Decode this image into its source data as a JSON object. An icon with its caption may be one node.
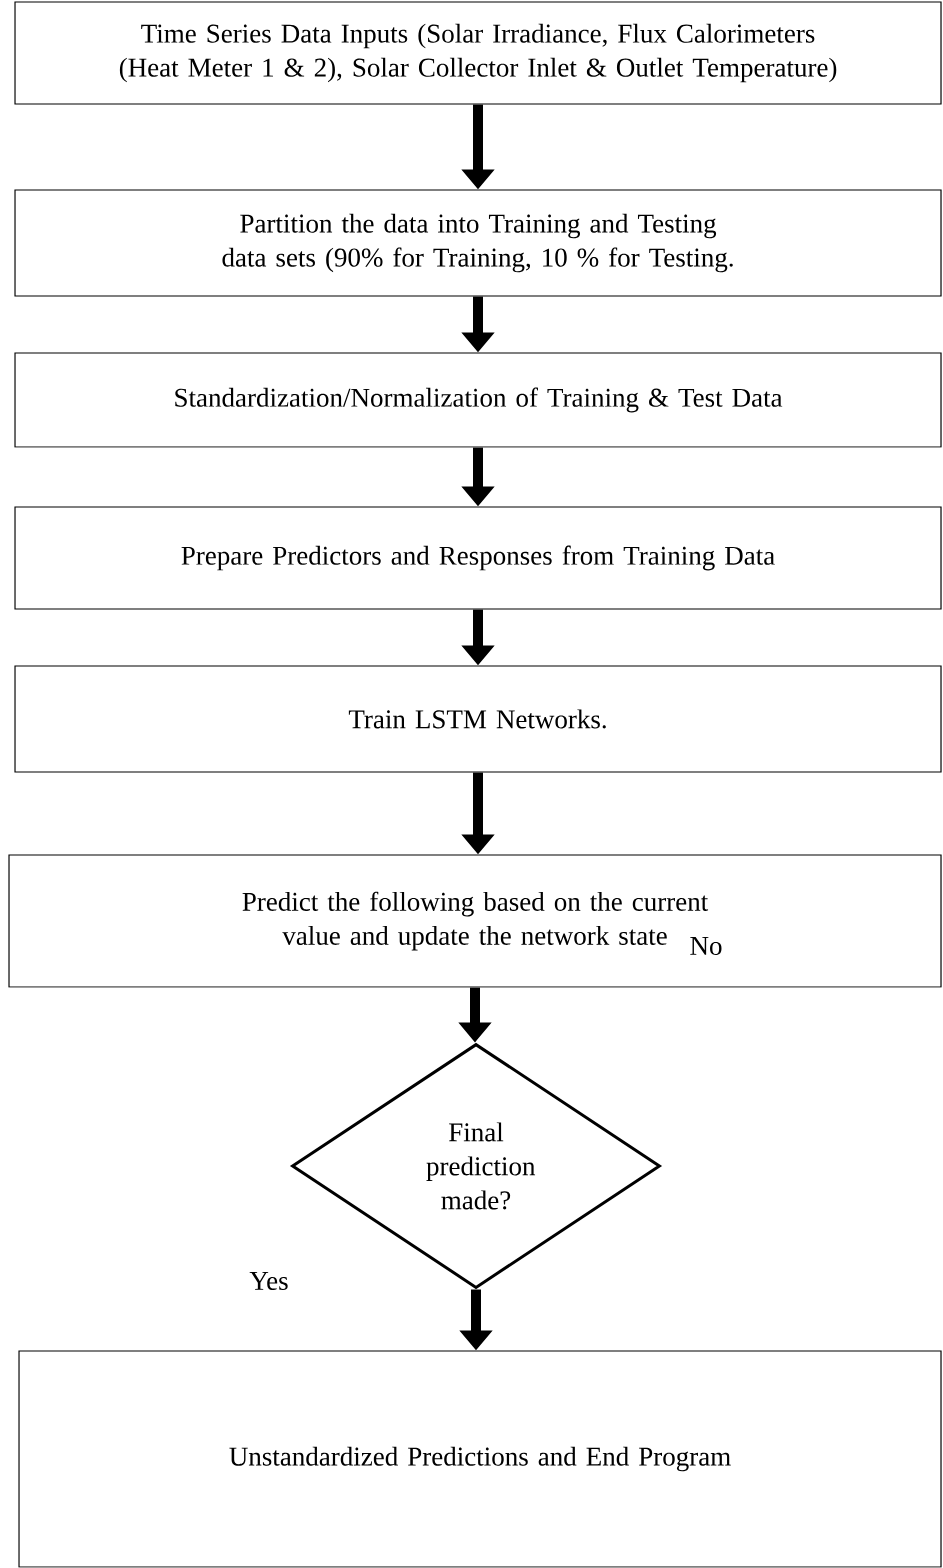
{
  "diagram": {
    "nodes": [
      {
        "text": [
          "Time Series Data Inputs (Solar Irradiance, Flux Calorimeters (Heat Meter 1 & 2), Solar Collector Inlet & Outlet Temperature)"
        ]
      },
      {
        "text": [
          "Partition the data into Training and Testing data sets (90% for Training, 10 % for Testing."
        ]
      },
      {
        "text": [
          "Standardization/Normalization of Training & Test Data"
        ]
      },
      {
        "text": [
          "Prepare Predictors and Responses from Training Data"
        ]
      },
      {
        "text": [
          "Train LSTM Networks."
        ]
      },
      {
        "text": [
          "Predict the following based on the current value and update the network state"
        ]
      },
      {
        "text": [
          "Final prediction made?"
        ]
      },
      {
        "text": [
          "Unstandardized Predictions and End Program"
        ]
      }
    ],
    "edges": [
      {
        "from": 0,
        "to": 1,
        "arrow": "to"
      },
      {
        "from": 1,
        "to": 2,
        "arrow": "to"
      },
      {
        "from": 2,
        "to": 3,
        "arrow": "to"
      },
      {
        "from": 3,
        "to": 4,
        "arrow": "to"
      },
      {
        "from": 4,
        "to": 5,
        "arrow": "to"
      },
      {
        "from": 5,
        "to": 6,
        "arrow": "to"
      },
      {
        "from": 6,
        "to": 7,
        "arrow": "to"
      }
    ],
    "labels": [
      "No",
      "Yes"
    ]
  }
}
